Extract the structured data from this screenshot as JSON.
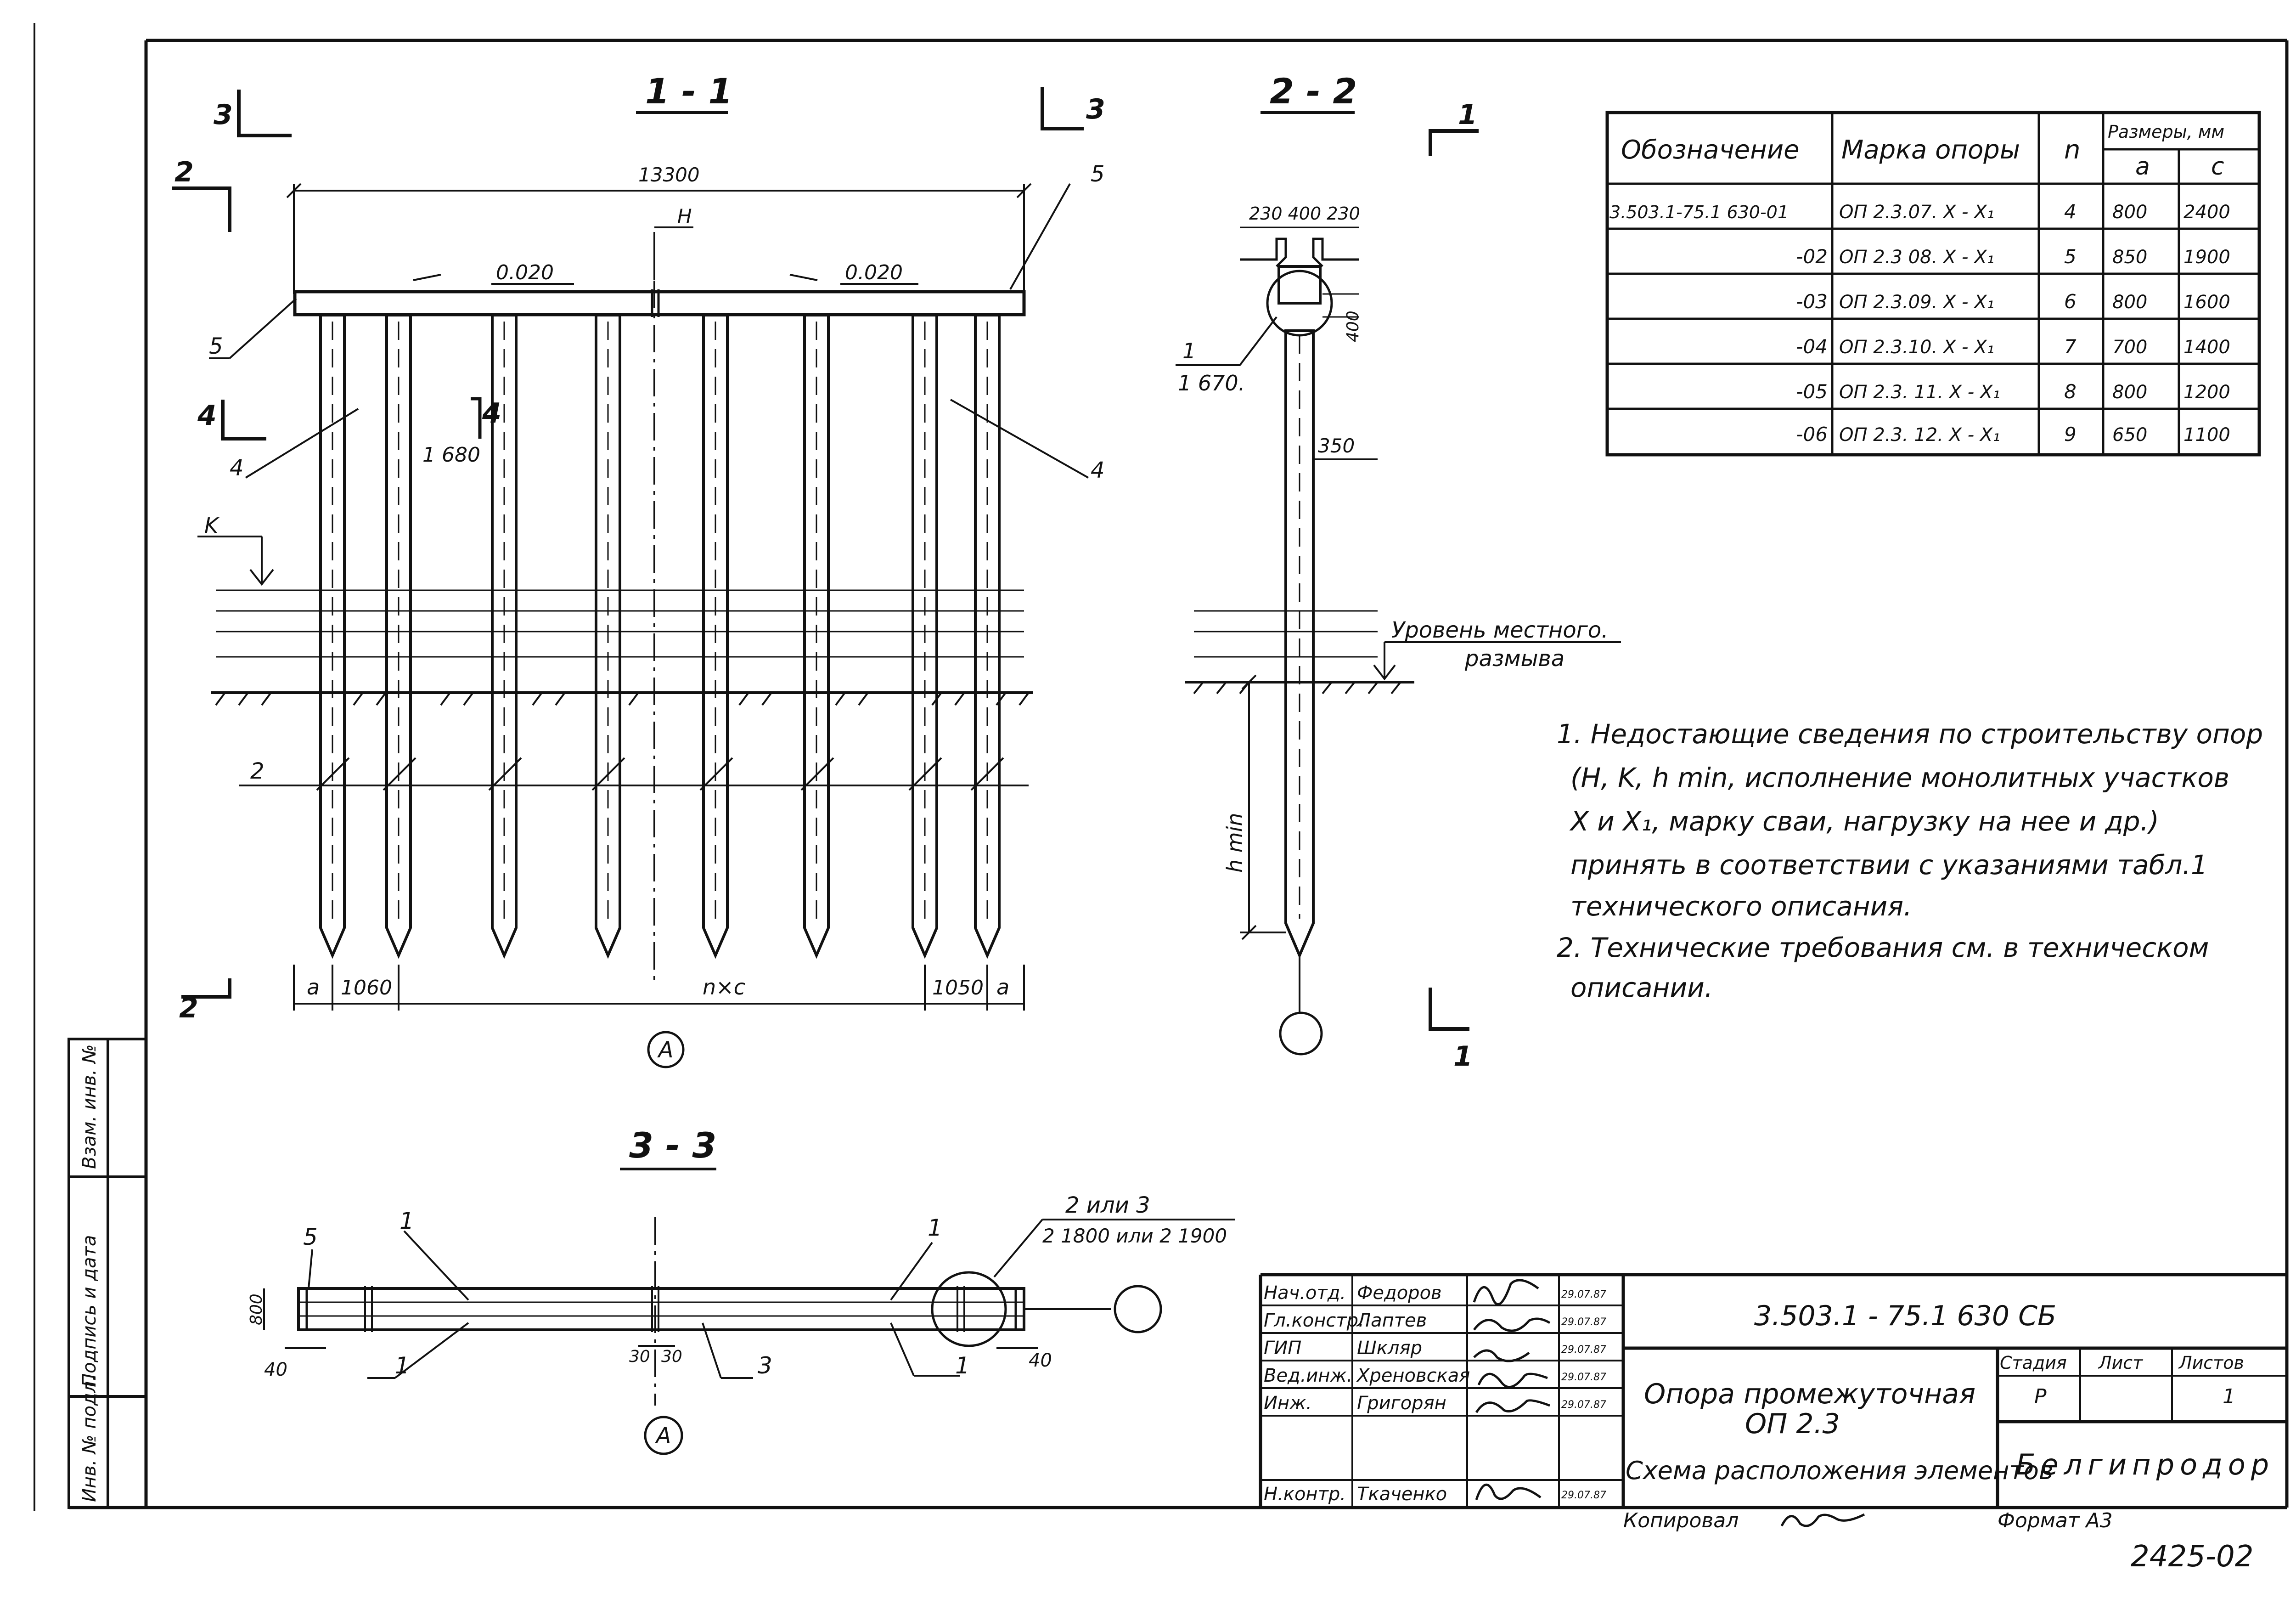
{
  "sections": {
    "s11": "1 - 1",
    "s22": "2 - 2",
    "s33": "3 - 3"
  },
  "cut_marks": {
    "m1": "1",
    "m2": "2",
    "m3": "3",
    "m4": "4"
  },
  "section11": {
    "overall_dim": "13300",
    "top_mark": "H",
    "slope_left": "0.020",
    "slope_right": "0.020",
    "pos5_left": "5",
    "pos5_right": "5",
    "pos4_left": "4",
    "pos4_right": "4",
    "pos2": "2",
    "pile_label": "1 680",
    "k_mark": "K",
    "dim_a_left": "a",
    "dim_1060": "1060",
    "dim_nc": "n×c",
    "dim_1050": "1050",
    "dim_a_right": "a",
    "axis": "A"
  },
  "section22": {
    "top_dims": "230 400 230",
    "dim_400": "400",
    "pos1": "1",
    "pile": "1 670.",
    "dim_350": "350",
    "scour_line1": "Уровень местного.",
    "scour_line2": "размыва",
    "hmin": "h min"
  },
  "table": {
    "headers": [
      "Обозначение",
      "Марка опоры",
      "n",
      "Размеры, мм",
      "a",
      "c"
    ],
    "rows": [
      [
        "3.503.1-75.1 630-01",
        "ОП 2.3.07. X - X₁",
        "4",
        "800",
        "2400"
      ],
      [
        "-02",
        "ОП 2.3 08. X - X₁",
        "5",
        "850",
        "1900"
      ],
      [
        "-03",
        "ОП 2.3.09. X - X₁",
        "6",
        "800",
        "1600"
      ],
      [
        "-04",
        "ОП 2.3.10. X - X₁",
        "7",
        "700",
        "1400"
      ],
      [
        "-05",
        "ОП 2.3. 11. X - X₁",
        "8",
        "800",
        "1200"
      ],
      [
        "-06",
        "ОП 2.3. 12. X - X₁",
        "9",
        "650",
        "1100"
      ]
    ]
  },
  "notes": {
    "n1": [
      "1. Недостающие сведения по строительству опор",
      "(H, K, h min, исполнение монолитных участков",
      "X и X₁, марку сваи, нагрузку на нее и др.)",
      "принять в соответствии с указаниями табл.1",
      "технического описания."
    ],
    "n2": [
      "2. Технические требования см. в техническом",
      "описании."
    ]
  },
  "section33": {
    "pos5": "5",
    "pos1_a": "1",
    "pos1_b": "1",
    "pos1_c": "1",
    "pos1_d": "1",
    "pos3": "3",
    "dim_800": "800",
    "dim_40_left": "40",
    "dim_40_right": "40",
    "dim_30a": "30",
    "dim_30b": "30",
    "callout1": "2 или 3",
    "callout2": "2 1800 или 2 1900",
    "axis": "A"
  },
  "title_block": {
    "signers": [
      [
        "Нач.отд.",
        "Федоров",
        "29.07.87"
      ],
      [
        "Гл.констр.",
        "Лаптев",
        "29.07.87"
      ],
      [
        "ГИП",
        "Шкляр",
        "29.07.87"
      ],
      [
        "Вед.инж.",
        "Хреновская",
        "29.07.87"
      ],
      [
        "Инж.",
        "Григорян",
        "29.07.87"
      ],
      [
        "",
        "",
        ""
      ],
      [
        "Н.контр.",
        "Ткаченко",
        "29.07.87"
      ]
    ],
    "doc_code": "3.503.1 - 75.1 630 СБ",
    "title1": "Опора промежуточная",
    "title2": "ОП 2.3",
    "title3": "Схема расположения элементов",
    "stage_label": "Стадия",
    "sheet_label": "Лист",
    "sheets_label": "Листов",
    "stage": "Р",
    "sheets": "1",
    "org": "Белгипродор",
    "copied": "Копировал",
    "format": "Формат A3",
    "number": "2425-02"
  },
  "side_stamp": {
    "inv": "Инв. № подл.",
    "sign": "Подпись и дата",
    "replace": "Взам. инв. №"
  }
}
